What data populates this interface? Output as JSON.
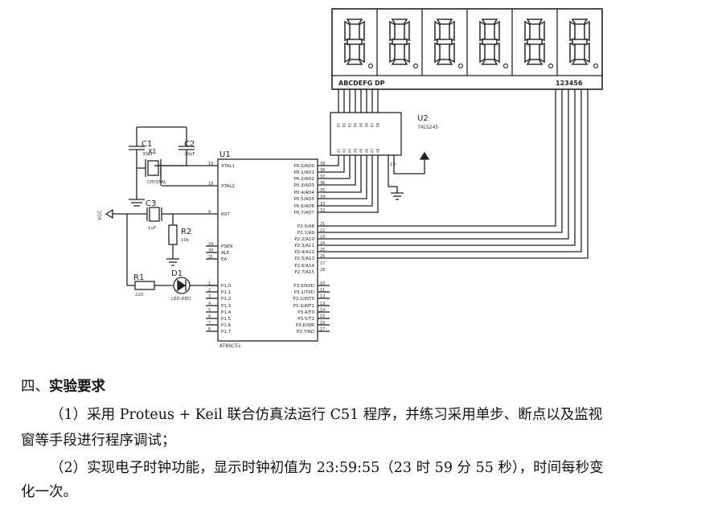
{
  "schematic": {
    "display": {
      "segment_label": "ABCDEFG  DP",
      "digit_label": "123456",
      "digit_count": 6
    },
    "u2": {
      "ref": "U2",
      "part": "74LS245",
      "pin_no": "19"
    },
    "u1": {
      "ref": "U1",
      "part": "AT89C51",
      "left_pins": [
        {
          "num": "19",
          "name": "XTAL1"
        },
        {
          "num": "18",
          "name": "XTAL2"
        },
        {
          "num": "9",
          "name": "RST"
        },
        {
          "num": "29",
          "name": "PSEN"
        },
        {
          "num": "30",
          "name": "ALE"
        },
        {
          "num": "31",
          "name": "EA"
        },
        {
          "num": "1",
          "name": "P1.0"
        },
        {
          "num": "2",
          "name": "P1.1"
        },
        {
          "num": "3",
          "name": "P1.2"
        },
        {
          "num": "4",
          "name": "P1.3"
        },
        {
          "num": "5",
          "name": "P1.4"
        },
        {
          "num": "6",
          "name": "P1.5"
        },
        {
          "num": "7",
          "name": "P1.6"
        },
        {
          "num": "8",
          "name": "P1.7"
        }
      ],
      "right_pins": [
        {
          "num": "39",
          "name": "P0.0/AD0"
        },
        {
          "num": "38",
          "name": "P0.1/AD1"
        },
        {
          "num": "37",
          "name": "P0.2/AD2"
        },
        {
          "num": "36",
          "name": "P0.3/AD3"
        },
        {
          "num": "35",
          "name": "P0.4/AD4"
        },
        {
          "num": "34",
          "name": "P0.5/AD5"
        },
        {
          "num": "33",
          "name": "P0.6/AD6"
        },
        {
          "num": "32",
          "name": "P0.7/AD7"
        },
        {
          "num": "21",
          "name": "P2.0/A8"
        },
        {
          "num": "22",
          "name": "P2.1/A9"
        },
        {
          "num": "23",
          "name": "P2.2/A10"
        },
        {
          "num": "24",
          "name": "P2.3/A11"
        },
        {
          "num": "25",
          "name": "P2.4/A12"
        },
        {
          "num": "26",
          "name": "P2.5/A13"
        },
        {
          "num": "27",
          "name": "P2.6/A14"
        },
        {
          "num": "28",
          "name": "P2.7/A15"
        },
        {
          "num": "10",
          "name": "P3.0/RXD"
        },
        {
          "num": "11",
          "name": "P3.1/TXD"
        },
        {
          "num": "12",
          "name": "P3.2/INT0"
        },
        {
          "num": "13",
          "name": "P3.3/INT1"
        },
        {
          "num": "14",
          "name": "P3.4/T0"
        },
        {
          "num": "15",
          "name": "P3.5/T1"
        },
        {
          "num": "16",
          "name": "P3.6/WR"
        },
        {
          "num": "17",
          "name": "P3.7/RD"
        }
      ]
    },
    "components": {
      "c1": {
        "ref": "C1",
        "value": "30pF"
      },
      "c2": {
        "ref": "C2",
        "value": "30pF"
      },
      "x1": {
        "ref": "X1",
        "value": "CRYSTAL"
      },
      "c3": {
        "ref": "C3",
        "value": "1uF"
      },
      "r2": {
        "ref": "R2",
        "value": "10k"
      },
      "r1": {
        "ref": "R1",
        "value": "220"
      },
      "d1": {
        "ref": "D1",
        "value": "LED-RED"
      },
      "vcc": "VCC"
    }
  },
  "text": {
    "heading_prefix": "四、",
    "heading_title": "实验要求",
    "item1_line1": "（1）采用 Proteus + Keil 联合仿真法运行 C51 程序，并练习采用单步、断点以及监视",
    "item1_line2": "窗等手段进行程序调试；",
    "item2_line1": "（2）实现电子时钟功能，显示时钟初值为 23:59:55（23 时 59 分 55 秒），时间每秒变",
    "item2_line2": "化一次。"
  }
}
